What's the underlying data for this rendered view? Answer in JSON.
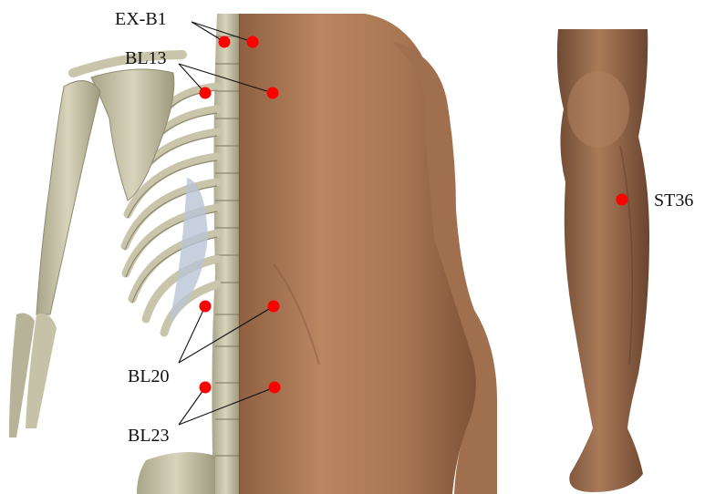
{
  "labels": {
    "ex_b1": "EX-B1",
    "bl13": "BL13",
    "bl20": "BL20",
    "bl23": "BL23",
    "st36": "ST36"
  },
  "colors": {
    "point": "#ff0000",
    "skin": "#b07a55",
    "bone": "#cfcbb0",
    "background": "#ffffff"
  },
  "figures": [
    "skeleton-back-view",
    "torso-back-skin",
    "lower-leg-front"
  ]
}
